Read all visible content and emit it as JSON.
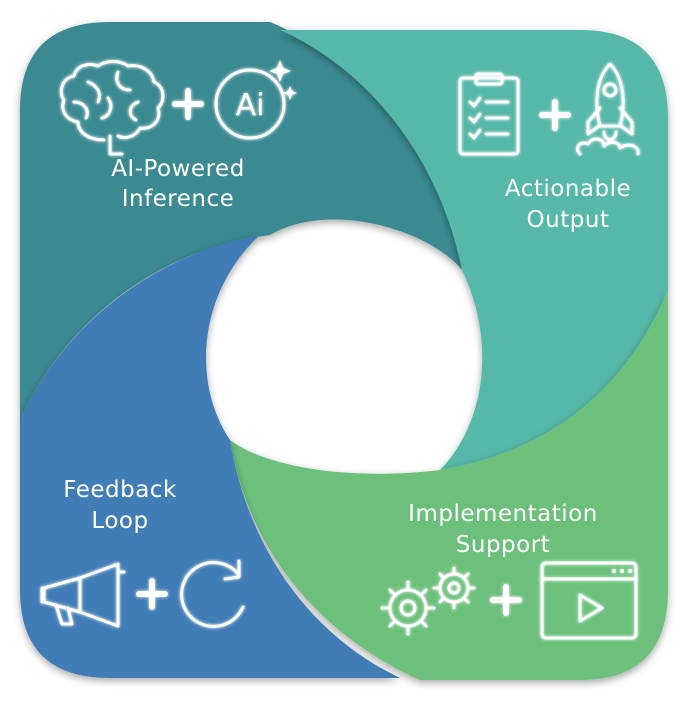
{
  "quadrants": {
    "top_left": {
      "label_line1": "AI-Powered",
      "label_line2": "Inference",
      "ai_badge": "Ai",
      "color": "#3a8a92"
    },
    "top_right": {
      "label_line1": "Actionable",
      "label_line2": "Output",
      "color": "#55b8a8"
    },
    "bottom_right": {
      "label_line1": "Implementation",
      "label_line2": "Support",
      "color": "#6cc07c"
    },
    "bottom_left": {
      "label_line1": "Feedback",
      "label_line2": "Loop",
      "color": "#3f7bb6"
    }
  },
  "icons": {
    "top_left": [
      "brain-icon",
      "plus-icon",
      "ai-sparkle-icon"
    ],
    "top_right": [
      "checklist-icon",
      "plus-icon",
      "rocket-icon"
    ],
    "bottom_right": [
      "gears-icon",
      "plus-icon",
      "video-player-icon"
    ],
    "bottom_left": [
      "megaphone-icon",
      "plus-icon",
      "refresh-cycle-icon"
    ]
  }
}
